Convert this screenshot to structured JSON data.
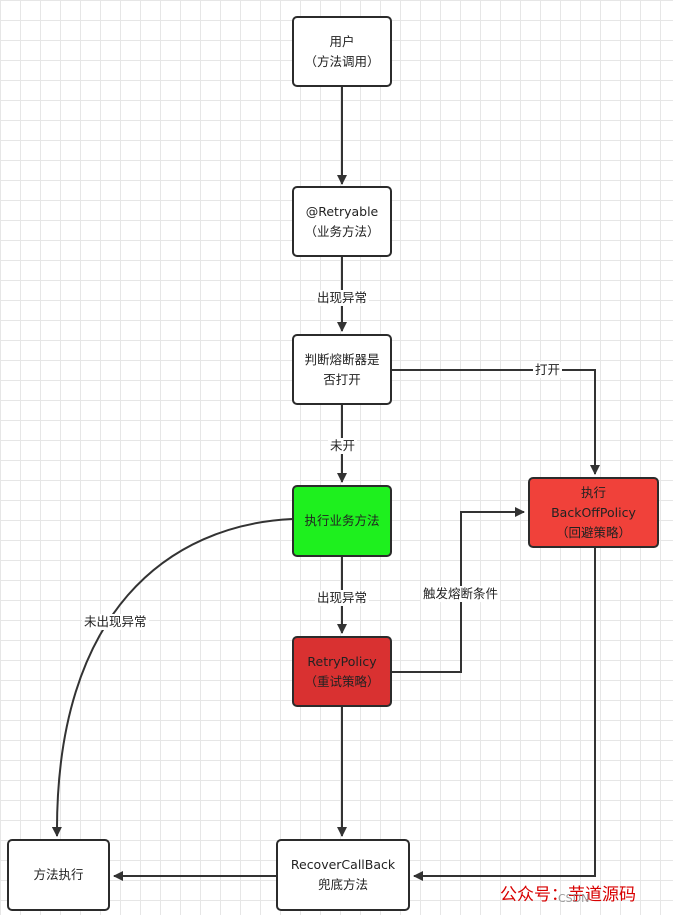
{
  "nodes": {
    "user": {
      "line1": "用户",
      "line2": "（方法调用）"
    },
    "retryable": {
      "line1": "@Retryable",
      "line2": "（业务方法）"
    },
    "breaker_check": {
      "line1": "判断熔断器是",
      "line2": "否打开"
    },
    "execute_business": {
      "line1": "执行业务方法"
    },
    "backoff": {
      "line1": "执行",
      "line2": "BackOffPolicy",
      "line3": "（回避策略）"
    },
    "retry_policy": {
      "line1": "RetryPolicy",
      "line2": "（重试策略）"
    },
    "recover": {
      "line1": "RecoverCallBack",
      "line2": "兜底方法"
    },
    "method_exec": {
      "line1": "方法执行"
    }
  },
  "edge_labels": {
    "exception_1": "出现异常",
    "open": "打开",
    "not_open": "未开",
    "exception_2": "出现异常",
    "trigger_breaker": "触发熔断条件",
    "no_exception": "未出现异常"
  },
  "colors": {
    "execute_fill": "#1ef01e",
    "backoff_fill": "#f0413a",
    "retry_fill": "#d93131",
    "watermark": "#d80000"
  },
  "watermark": {
    "text": "公众号：芋道源码",
    "sub": "CSDN"
  }
}
